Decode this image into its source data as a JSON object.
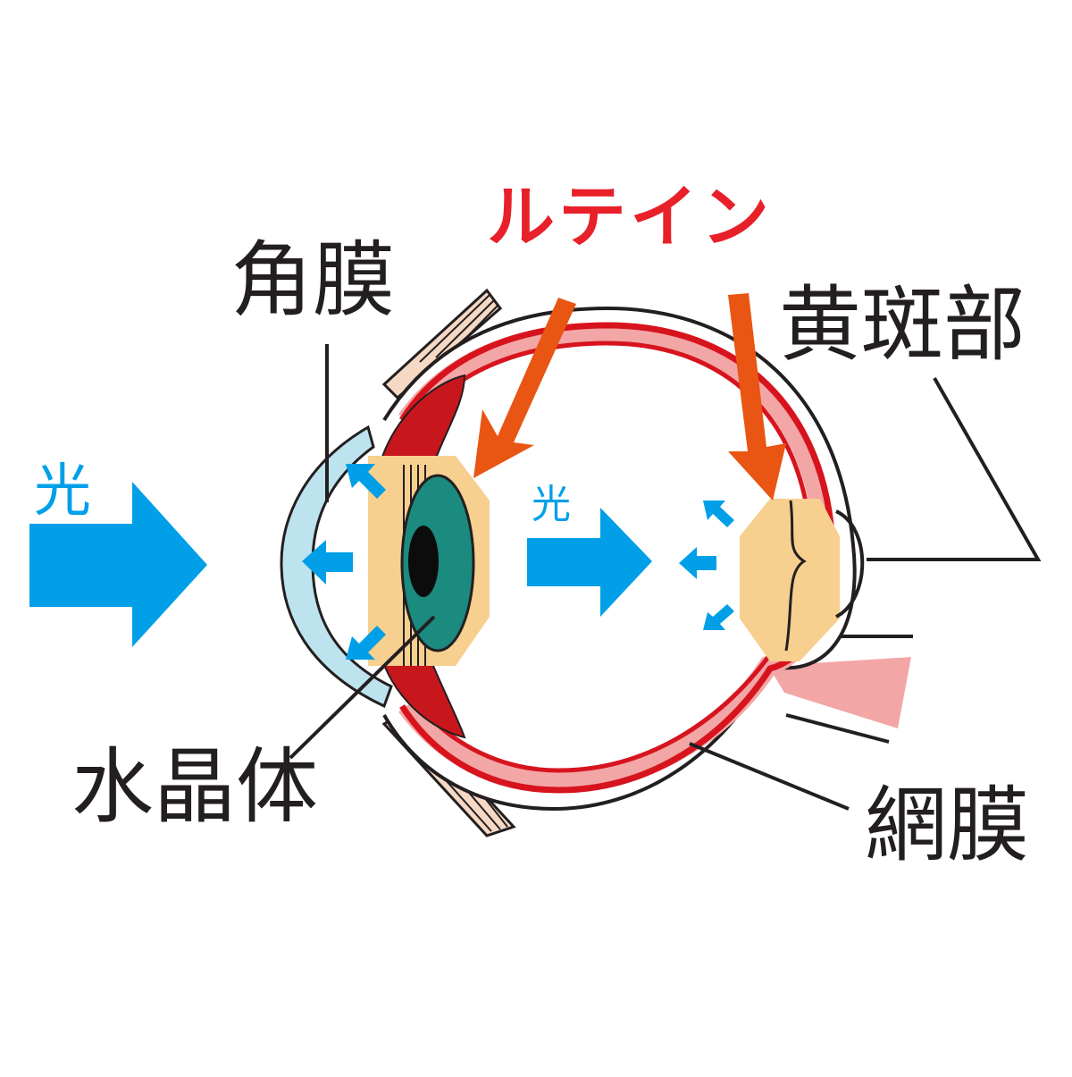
{
  "labels": {
    "lutein": "ルテイン",
    "cornea": "角膜",
    "macula": "黄斑部",
    "lens": "水晶体",
    "retina": "網膜",
    "light_outer": "光",
    "light_inner": "光"
  },
  "colors": {
    "light_arrow": "#009fe8",
    "lutein_text": "#e8202a",
    "lutein_arrow": "#e95513",
    "sclera_outline": "#231f20",
    "retina_red": "#d7141e",
    "choroid_pink": "#f3a6a6",
    "lutein_region": "#f7cf8f",
    "cornea_blue": "#bde3ee",
    "lens_green": "#1b8a7f",
    "muscle_beige": "#f6d9c4",
    "label_text": "#231f20"
  }
}
